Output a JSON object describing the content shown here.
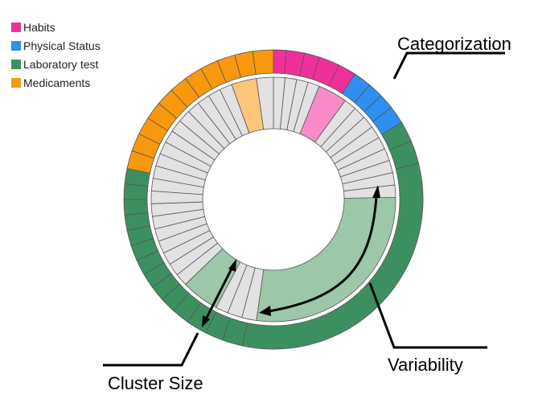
{
  "legend": [
    {
      "label": "Habits",
      "color": "#f0309a"
    },
    {
      "label": "Physical Status",
      "color": "#2f8ff0"
    },
    {
      "label": "Laboratory test",
      "color": "#3c9060"
    },
    {
      "label": "Medicaments",
      "color": "#f8980f"
    }
  ],
  "inner_colors": {
    "neutral": "#e2e2e2",
    "habits_highlight": "#f88ac8",
    "medicaments_highlight": "#fcc57a",
    "lab_highlight": "#9cc7a8"
  },
  "annotations": {
    "categorization": "Categorization",
    "variability": "Variability",
    "cluster_size": "Cluster Size"
  }
}
